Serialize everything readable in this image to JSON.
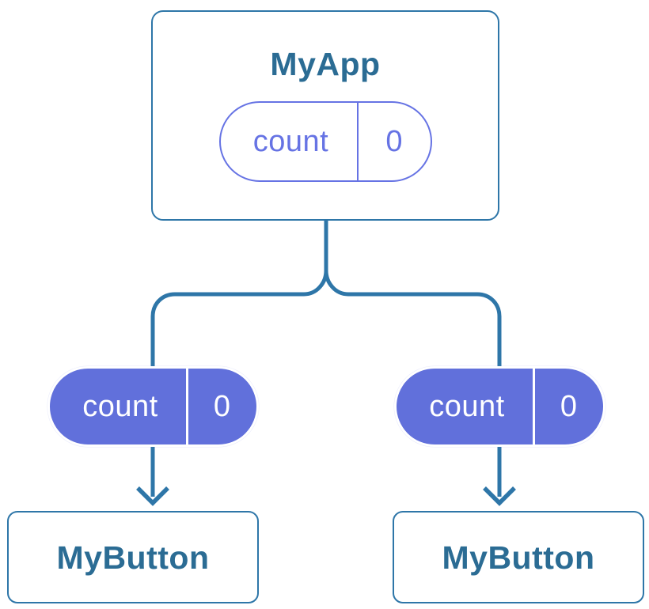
{
  "colors": {
    "line": "#2E76A8",
    "component_text": "#2B6C94",
    "card_border": "#2E76A8",
    "purple": "#6673E4",
    "purple_fill": "#6170DB",
    "pill_text_light": "#FFFFFF",
    "canvas_bg": "#FFFFFF"
  },
  "parent": {
    "title": "MyApp",
    "state_pill": {
      "label": "count",
      "value": "0"
    }
  },
  "children": [
    {
      "title": "MyButton",
      "props_pill": {
        "label": "count",
        "value": "0"
      }
    },
    {
      "title": "MyButton",
      "props_pill": {
        "label": "count",
        "value": "0"
      }
    }
  ]
}
